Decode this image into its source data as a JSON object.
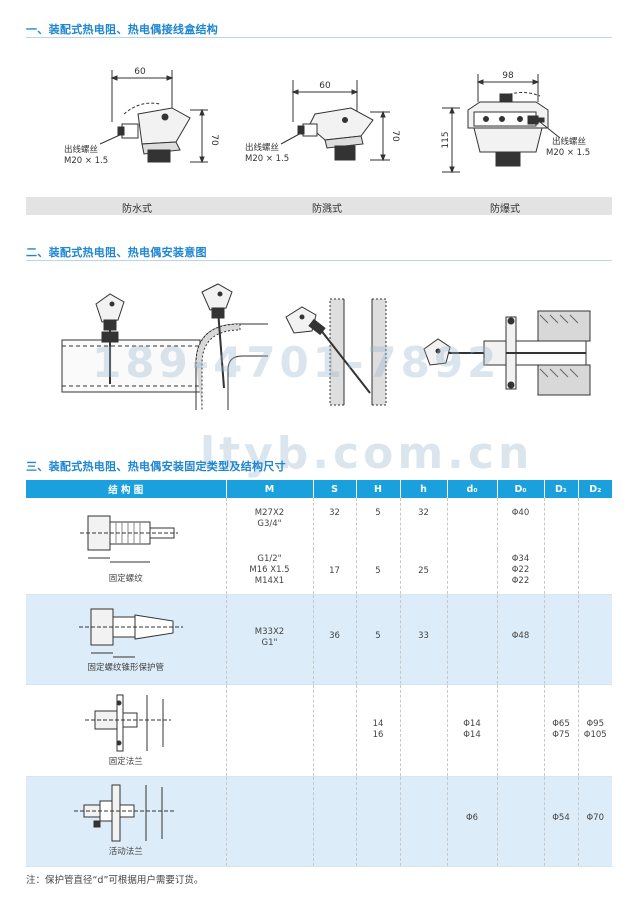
{
  "section1": {
    "title": "一、装配式热电阻、热电偶接线盒结构",
    "fig_a": {
      "dim_width": "60",
      "dim_height": "70",
      "thread_label": "出线螺丝",
      "thread_size": "M20 × 1.5"
    },
    "fig_b": {
      "dim_width": "60",
      "dim_height": "70",
      "thread_label": "出线螺丝",
      "thread_size": "M20 × 1.5"
    },
    "fig_c": {
      "dim_width": "98",
      "dim_height": "115",
      "thread_label": "出线螺丝",
      "thread_size": "M20 × 1.5"
    },
    "captions": [
      "防水式",
      "防溅式",
      "防爆式"
    ]
  },
  "section2": {
    "title": "二、装配式热电阻、热电偶安装意图"
  },
  "watermarks": {
    "phone": "189-4701-7892",
    "site": "ltyb.com.cn"
  },
  "section3": {
    "title": "三、装配式热电阻、热电偶安装固定类型及结构尺寸",
    "headers": [
      "结 构 图",
      "M",
      "S",
      "H",
      "h",
      "d₀",
      "D₀",
      "D₁",
      "D₂"
    ],
    "rows": [
      {
        "label": "固定螺纹",
        "sub": [
          {
            "M": "M27X2\nG3/4\"",
            "S": "32",
            "H": "5",
            "h": "32",
            "d0": "",
            "D0": "Φ40",
            "D1": "",
            "D2": ""
          },
          {
            "M": "G1/2\"\nM16 X1.5\nM14X1",
            "S": "17",
            "H": "5",
            "h": "25",
            "d0": "",
            "D0": "Φ34\nΦ22\nΦ22",
            "D1": "",
            "D2": ""
          }
        ]
      },
      {
        "label": "固定螺纹锥形保护管",
        "M": "M33X2\nG1\"",
        "S": "36",
        "H": "5",
        "h": "33",
        "d0": "",
        "D0": "Φ48",
        "D1": "",
        "D2": ""
      },
      {
        "label": "固定法兰",
        "M": "",
        "S": "",
        "H": "14\n16",
        "h": "",
        "d0": "Φ14\nΦ14",
        "D0": "",
        "D1": "Φ65\nΦ75",
        "D2": "Φ95\nΦ105"
      },
      {
        "label": "活动法兰",
        "M": "",
        "S": "",
        "H": "",
        "h": "",
        "d0": "Φ6",
        "D0": "",
        "D1": "Φ54",
        "D2": "Φ70"
      }
    ]
  },
  "note": "注：保护管直径“d”可根据用户需要订货。",
  "colors": {
    "accent": "#1f86d1",
    "table_header": "#1aa0dc",
    "row_tint": "#dcecf8"
  }
}
